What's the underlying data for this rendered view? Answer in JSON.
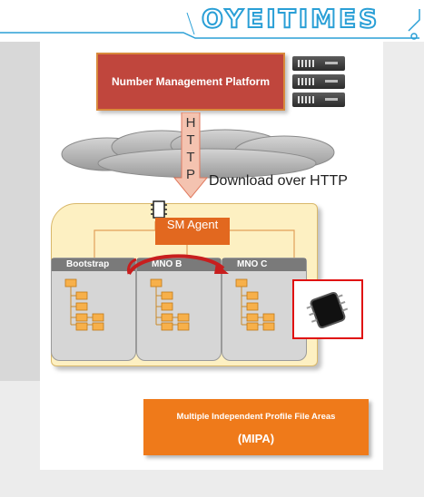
{
  "header": {
    "logo_text": "OYEITIMES"
  },
  "diagram": {
    "platform_label": "Number Management Platform",
    "http_letters": [
      "H",
      "T",
      "T",
      "P"
    ],
    "download_label": "Download over HTTP",
    "sm_agent_label": "SM Agent",
    "columns": [
      "Bootstrap",
      "MNO B",
      "MNO C"
    ],
    "mipa_title": "Multiple Independent Profile File Areas",
    "mipa_abbr": "(MIPA)"
  },
  "colors": {
    "brand": "#2a9fd6",
    "platform_red": "#c0463d",
    "orange": "#ef7a1a",
    "sim_yellow": "#fdf0c2"
  }
}
